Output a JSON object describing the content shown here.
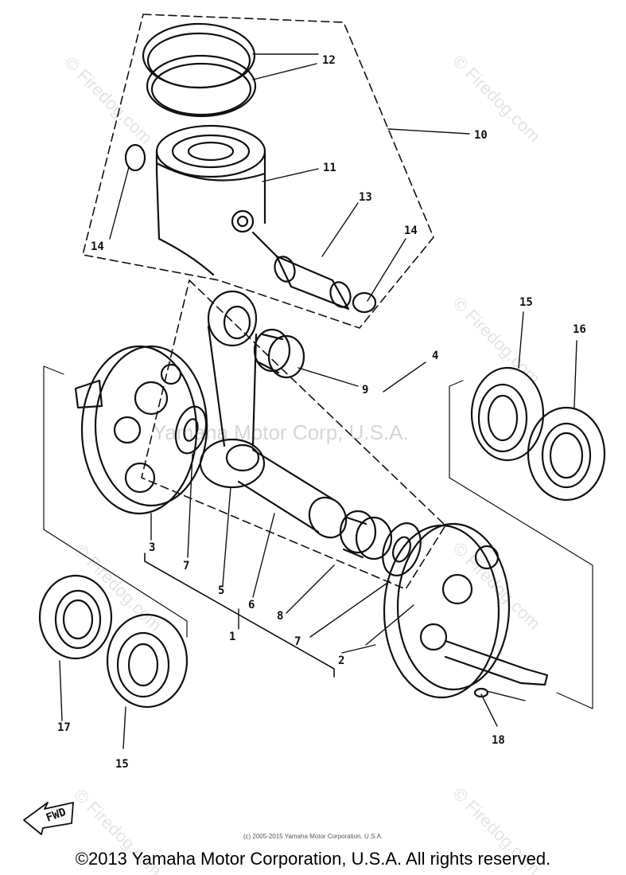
{
  "watermarks": {
    "corner_text": "© Firedog.com",
    "center_text": "Yamaha Motor Corp, U.S.A."
  },
  "fwd_label": "FWD",
  "small_copyright": "(c) 2005-2015 Yamaha Motor Corporation, U.S.A.",
  "footer_copyright": "©2013 Yamaha Motor Corporation, U.S.A. All rights reserved.",
  "callouts": {
    "c1": "1",
    "c2": "2",
    "c3": "3",
    "c4": "4",
    "c5": "5",
    "c6": "6",
    "c7a": "7",
    "c7b": "7",
    "c8": "8",
    "c9": "9",
    "c10": "10",
    "c11": "11",
    "c12": "12",
    "c13": "13",
    "c14a": "14",
    "c14b": "14",
    "c15a": "15",
    "c15b": "15",
    "c16": "16",
    "c17": "17",
    "c18": "18"
  },
  "colors": {
    "ink": "#111111",
    "watermark": "#e4e4e4",
    "background": "#ffffff"
  }
}
